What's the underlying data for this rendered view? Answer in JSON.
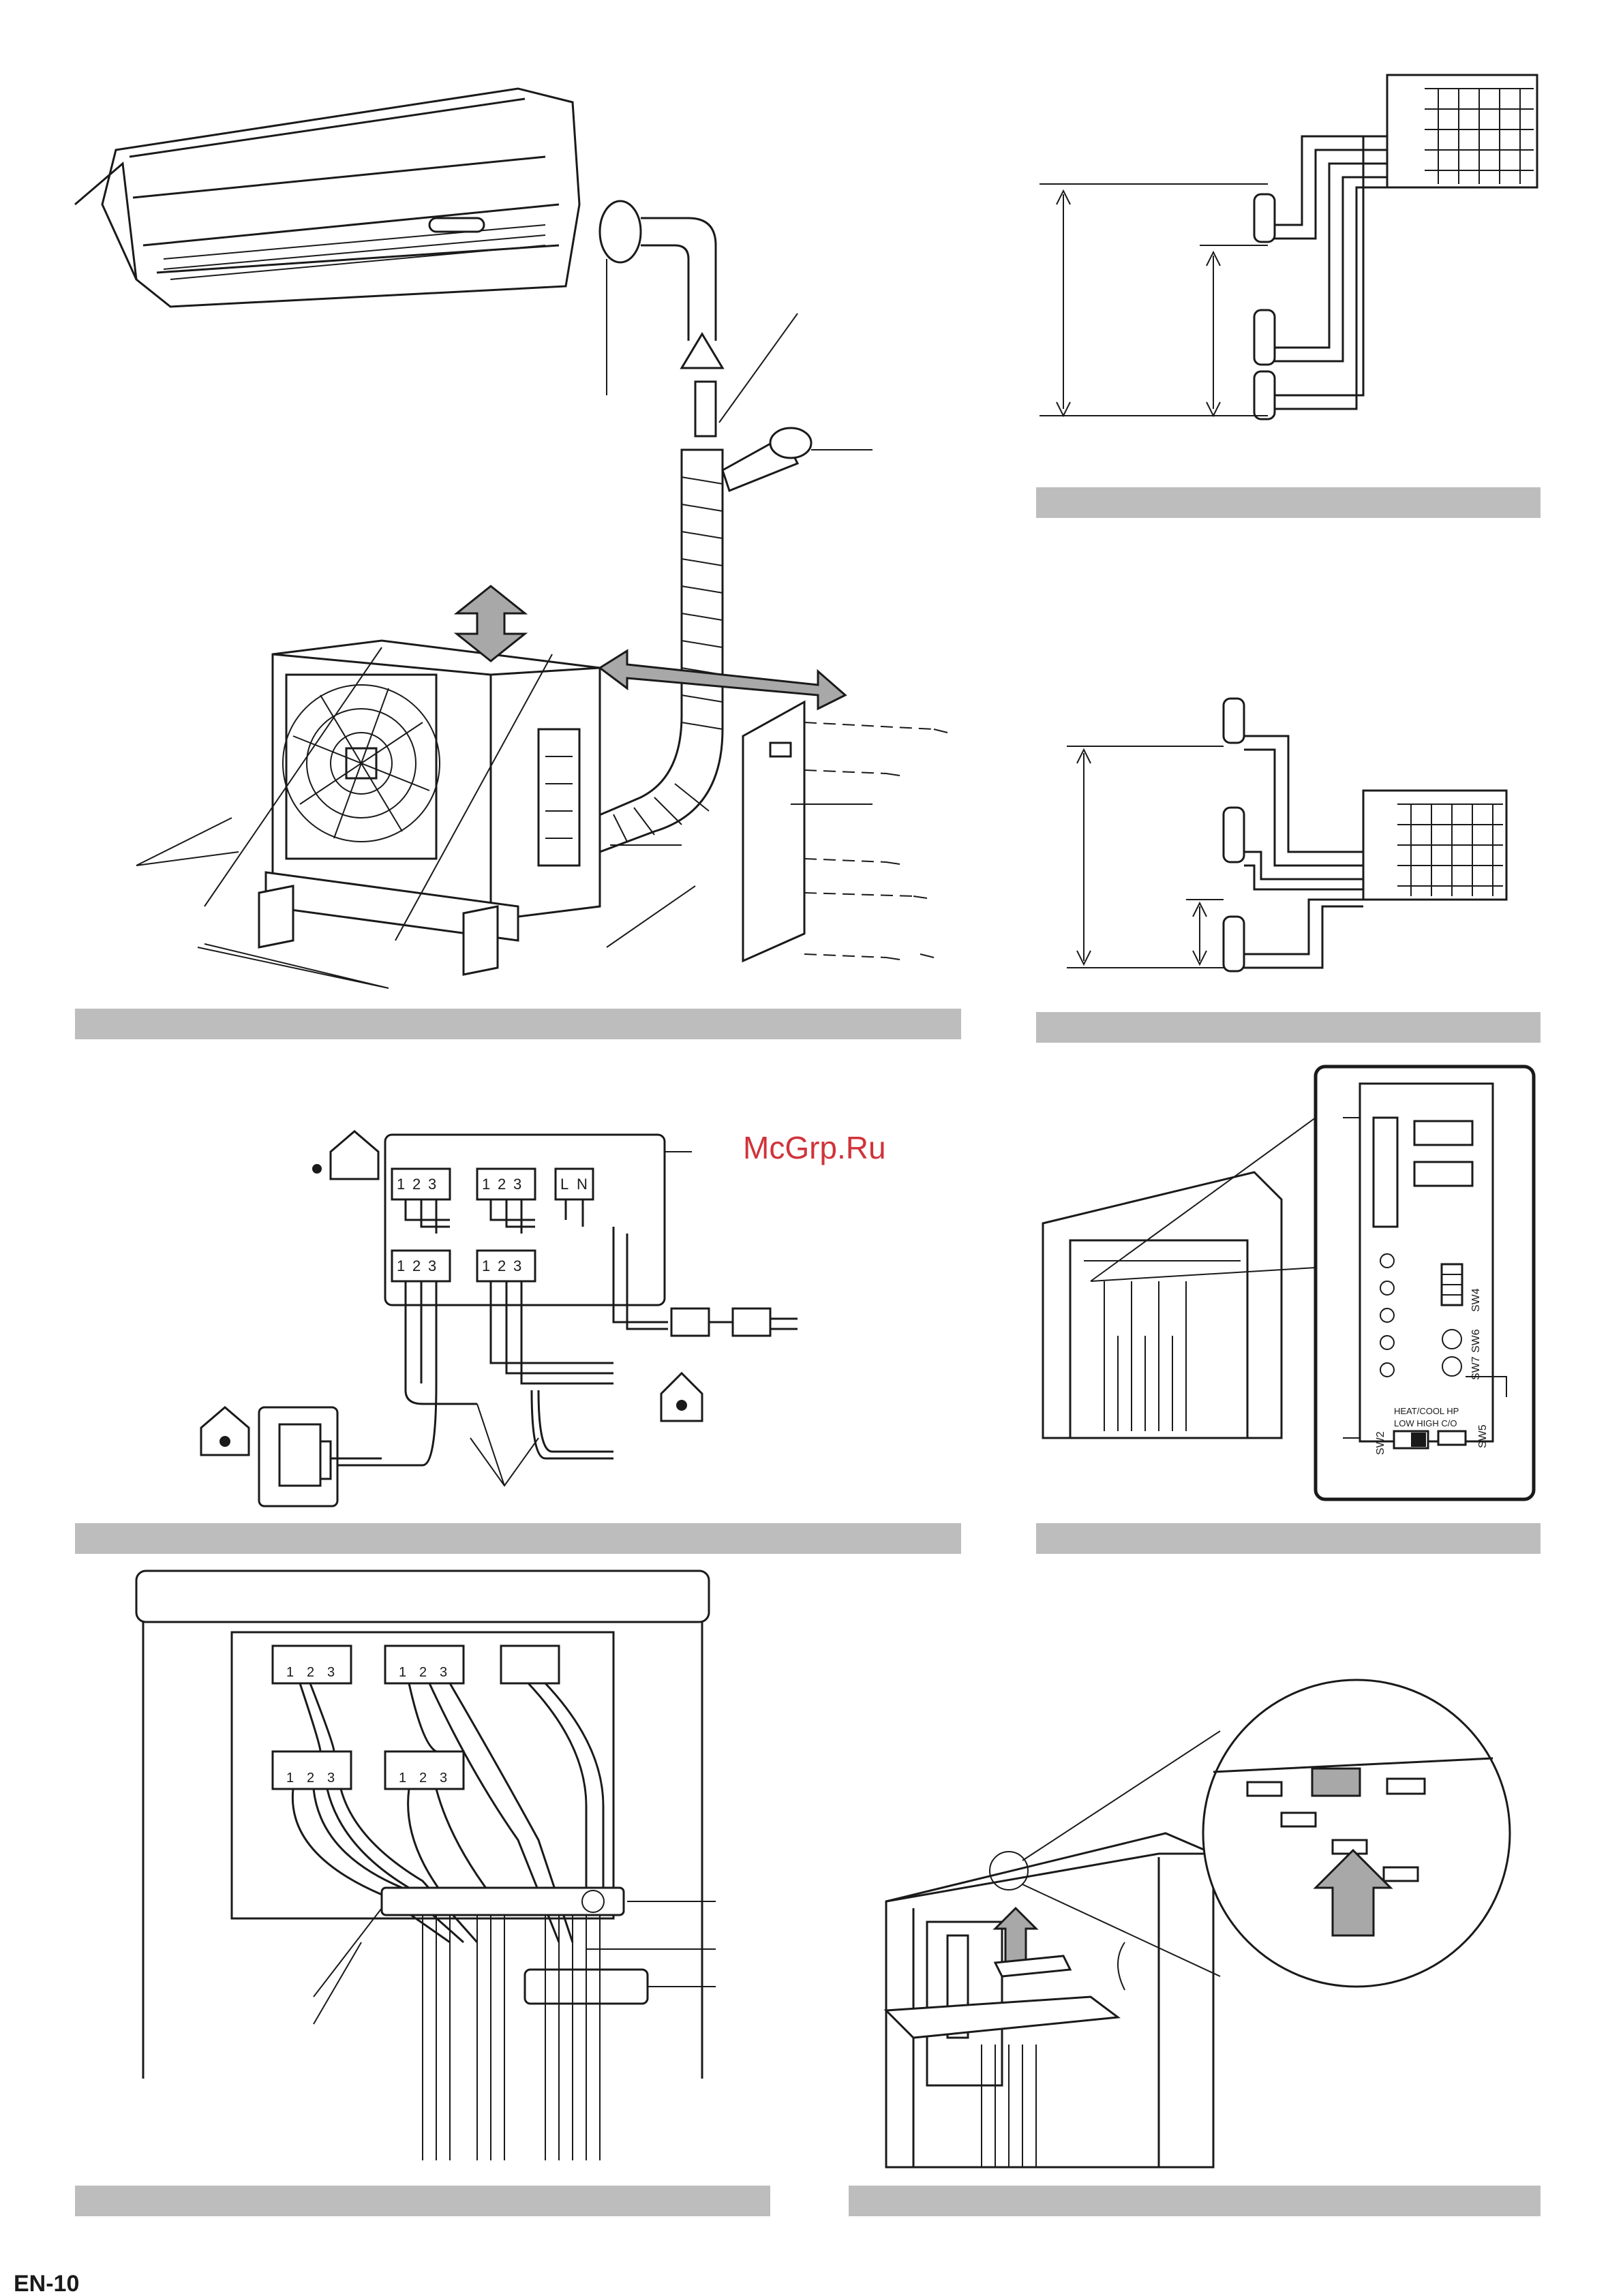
{
  "watermark": "McGrp.Ru",
  "terminal_blocks": {
    "num_1": "1",
    "num_2": "2",
    "num_3": "3",
    "power_L": "L",
    "power_N": "N"
  },
  "control_board": {
    "sw4": "SW4",
    "sw5": "SW5",
    "sw6": "SW6",
    "sw7": "SW7",
    "sw2": "SW2",
    "heat_cool": "HEAT/COOL HP",
    "low_high": "LOW HIGH C/O"
  },
  "page_number": "EN-10"
}
